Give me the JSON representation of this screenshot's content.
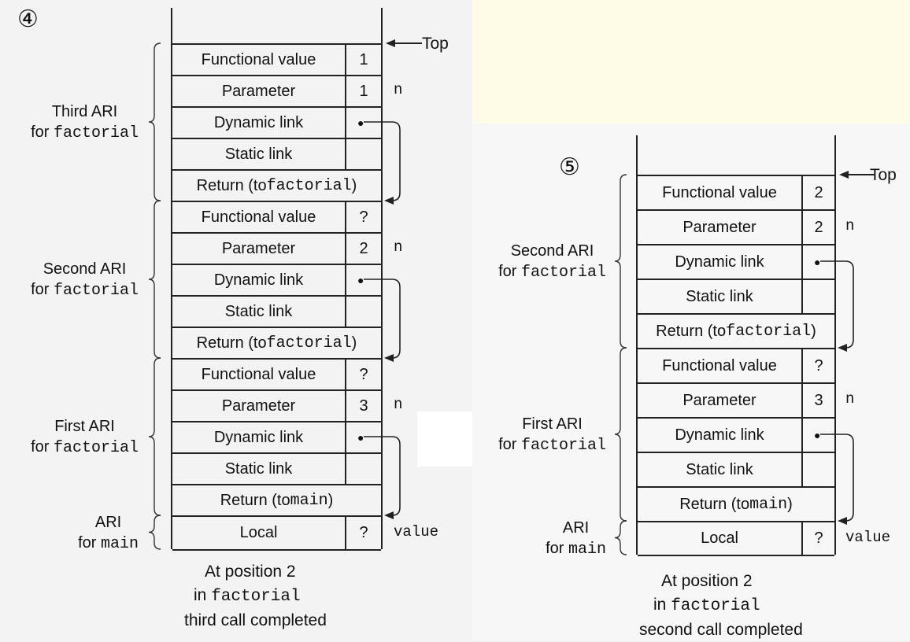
{
  "diagram4": {
    "marker": "④",
    "top_label": "Top",
    "cells": [
      {
        "label": "Functional value",
        "value": "1"
      },
      {
        "label": "Parameter",
        "value": "1",
        "side": "n"
      },
      {
        "label": "Dynamic link",
        "value": "●"
      },
      {
        "label": "Static link",
        "value": ""
      },
      {
        "label_pre": "Return (to ",
        "label_mono": "factorial",
        "label_post": ")",
        "wide": true
      },
      {
        "label": "Functional value",
        "value": "?"
      },
      {
        "label": "Parameter",
        "value": "2",
        "side": "n"
      },
      {
        "label": "Dynamic link",
        "value": "●"
      },
      {
        "label": "Static link",
        "value": ""
      },
      {
        "label_pre": "Return (to ",
        "label_mono": "factorial",
        "label_post": ")",
        "wide": true
      },
      {
        "label": "Functional value",
        "value": "?"
      },
      {
        "label": "Parameter",
        "value": "3",
        "side": "n"
      },
      {
        "label": "Dynamic link",
        "value": "●"
      },
      {
        "label": "Static link",
        "value": ""
      },
      {
        "label_pre": "Return (to ",
        "label_mono": "main",
        "label_post": ")",
        "wide": true
      },
      {
        "label": "Local",
        "value": "?",
        "side": "value"
      }
    ],
    "groups": [
      {
        "line1": "Third ARI",
        "line2_pre": "for ",
        "line2_mono": "factorial"
      },
      {
        "line1": "Second ARI",
        "line2_pre": "for ",
        "line2_mono": "factorial"
      },
      {
        "line1": "First ARI",
        "line2_pre": "for ",
        "line2_mono": "factorial"
      },
      {
        "line1": "ARI",
        "line2_pre": "for ",
        "line2_mono": "main"
      }
    ],
    "caption": {
      "line1": "At position 2",
      "line2_pre": "in ",
      "line2_mono": "factorial",
      "line3": "third call completed"
    }
  },
  "diagram5": {
    "marker": "⑤",
    "top_label": "Top",
    "cells": [
      {
        "label": "Functional value",
        "value": "2"
      },
      {
        "label": "Parameter",
        "value": "2",
        "side": "n"
      },
      {
        "label": "Dynamic link",
        "value": "●"
      },
      {
        "label": "Static link",
        "value": ""
      },
      {
        "label_pre": "Return (to ",
        "label_mono": "factorial",
        "label_post": ")",
        "wide": true
      },
      {
        "label": "Functional value",
        "value": "?"
      },
      {
        "label": "Parameter",
        "value": "3",
        "side": "n"
      },
      {
        "label": "Dynamic link",
        "value": "●"
      },
      {
        "label": "Static link",
        "value": ""
      },
      {
        "label_pre": "Return (to ",
        "label_mono": "main",
        "label_post": ")",
        "wide": true
      },
      {
        "label": "Local",
        "value": "?",
        "side": "value"
      }
    ],
    "groups": [
      {
        "line1": "Second ARI",
        "line2_pre": "for ",
        "line2_mono": "factorial"
      },
      {
        "line1": "First ARI",
        "line2_pre": "for ",
        "line2_mono": "factorial"
      },
      {
        "line1": "ARI",
        "line2_pre": "for ",
        "line2_mono": "main"
      }
    ],
    "caption": {
      "line1": "At position 2",
      "line2_pre": "in ",
      "line2_mono": "factorial",
      "line3": "second call completed"
    }
  }
}
